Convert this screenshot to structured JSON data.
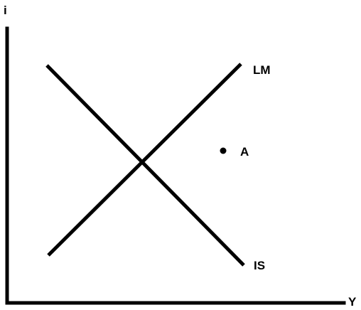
{
  "diagram": {
    "y_axis_label": "i",
    "x_axis_label": "Y",
    "lm_label": "LM",
    "is_label": "IS",
    "point_label": "A",
    "line_color": "#000000",
    "background_color": "#ffffff"
  }
}
